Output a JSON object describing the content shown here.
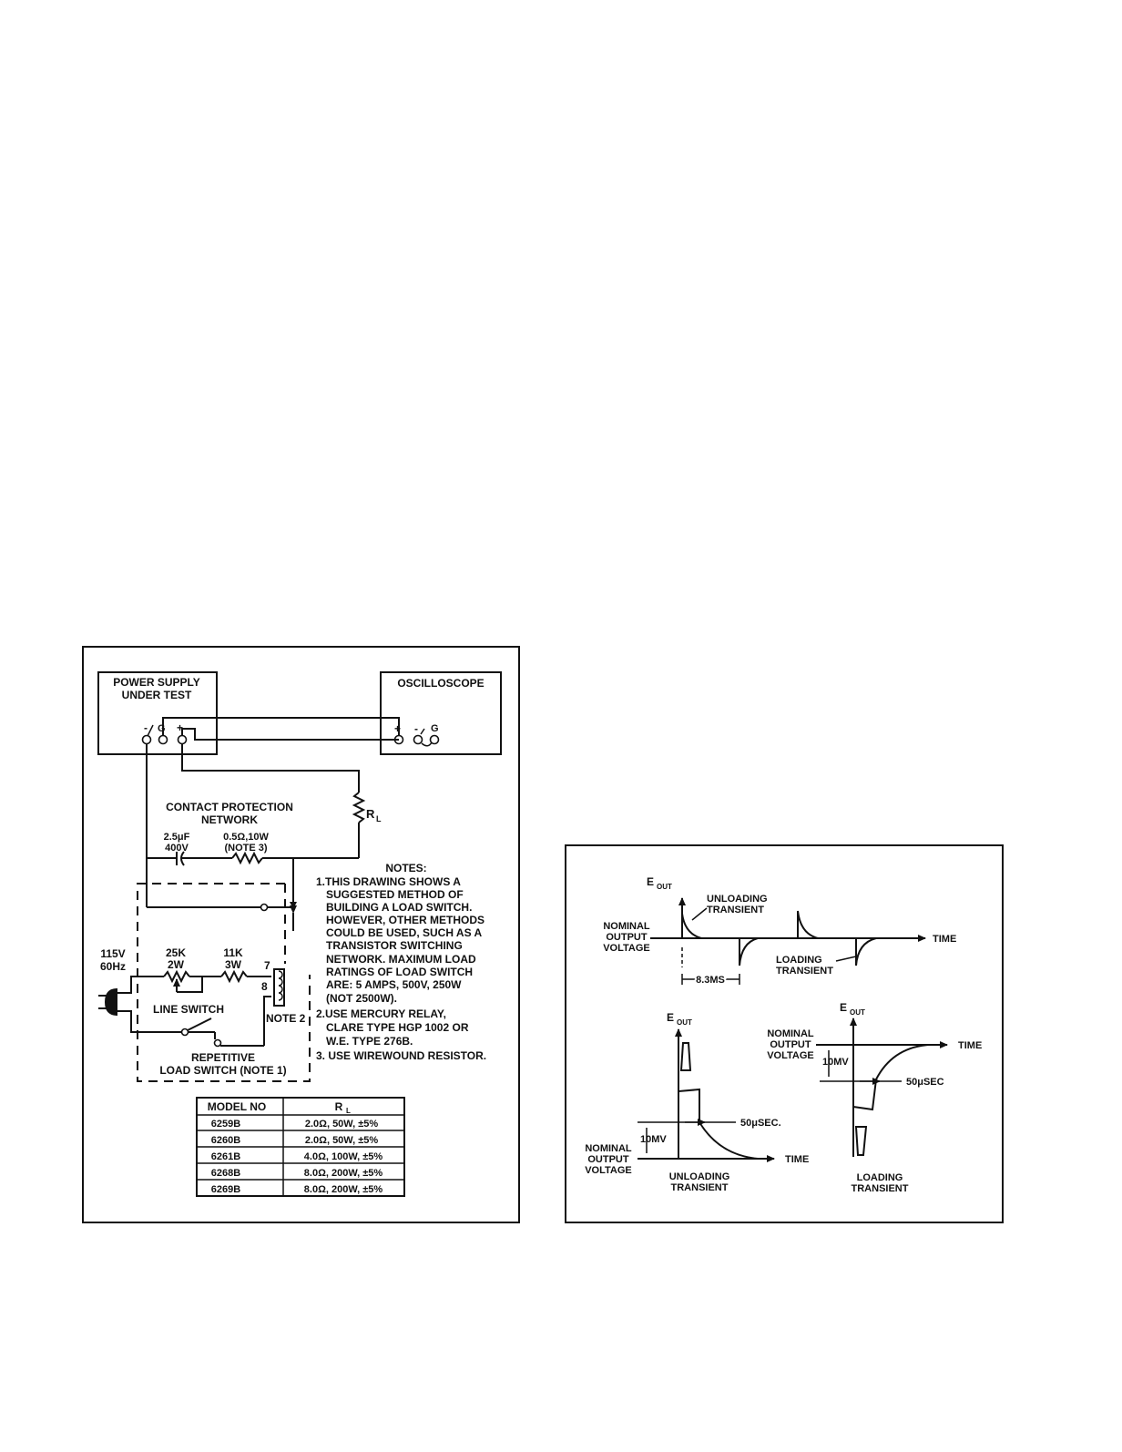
{
  "left_panel": {
    "power_supply_box": {
      "line1": "POWER SUPPLY",
      "line2": "UNDER TEST",
      "term_minus": "-",
      "term_g": "G",
      "term_plus": "+"
    },
    "oscilloscope_box": {
      "title": "OSCILLOSCOPE",
      "term_plus": "+",
      "term_minus": "-",
      "term_g": "G"
    },
    "rl_label": "R",
    "rl_sub": "L",
    "contact_protection": {
      "line1": "CONTACT PROTECTION",
      "line2": "NETWORK"
    },
    "capacitor": {
      "line1": "2.5μF",
      "line2": "400V"
    },
    "resistor": {
      "line1": "0.5Ω,10W",
      "line2": "(NOTE 3)"
    },
    "supply": {
      "line1": "115V",
      "line2": "60Hz"
    },
    "pot": {
      "line1": "25K",
      "line2": "2W"
    },
    "r11k": {
      "line1": "11K",
      "line2": "3W"
    },
    "pin7": "7",
    "pin8": "8",
    "note2_label": "NOTE 2",
    "line_switch": "LINE SWITCH",
    "repetitive": {
      "line1": "REPETITIVE",
      "line2": "LOAD SWITCH (NOTE 1)"
    },
    "notes": {
      "title": "NOTES:",
      "lines": [
        "1.THIS DRAWING SHOWS A",
        "SUGGESTED METHOD OF",
        "BUILDING A LOAD SWITCH.",
        "HOWEVER, OTHER METHODS",
        "COULD BE USED, SUCH AS A",
        "TRANSISTOR SWITCHING",
        "NETWORK. MAXIMUM LOAD",
        "RATINGS OF LOAD SWITCH",
        "ARE: 5 AMPS, 500V, 250W",
        "(NOT 2500W).",
        "2.USE MERCURY RELAY,",
        "CLARE TYPE HGP 1002 OR",
        "W.E. TYPE 276B.",
        "3. USE WIREWOUND RESISTOR."
      ]
    },
    "table": {
      "headers": [
        "MODEL NO",
        "R",
        "L"
      ],
      "rows": [
        [
          "6259B",
          "2.0Ω, 50W, ±5%"
        ],
        [
          "6260B",
          "2.0Ω, 50W, ±5%"
        ],
        [
          "6261B",
          "4.0Ω, 100W, ±5%"
        ],
        [
          "6268B",
          "8.0Ω, 200W, ±5%"
        ],
        [
          "6269B",
          "8.0Ω, 200W, ±5%"
        ]
      ]
    }
  },
  "right_panel": {
    "top": {
      "eout": "E",
      "eout_sub": "OUT",
      "unloading": {
        "line1": "UNLOADING",
        "line2": "TRANSIENT"
      },
      "nominal": {
        "line1": "NOMINAL",
        "line2": "OUTPUT",
        "line3": "VOLTAGE"
      },
      "time": "TIME",
      "loading": {
        "line1": "LOADING",
        "line2": "TRANSIENT"
      },
      "period": "8.3MS"
    },
    "bottom_left": {
      "eout": "E",
      "eout_sub": "OUT",
      "us": "50μSEC.",
      "mv": "10MV",
      "nominal": {
        "line1": "NOMINAL",
        "line2": "OUTPUT",
        "line3": "VOLTAGE"
      },
      "time": "TIME",
      "caption": {
        "line1": "UNLOADING",
        "line2": "TRANSIENT"
      }
    },
    "bottom_right": {
      "eout": "E",
      "eout_sub": "OUT",
      "nominal": {
        "line1": "NOMINAL",
        "line2": "OUTPUT",
        "line3": "VOLTAGE"
      },
      "time": "TIME",
      "mv": "10MV",
      "us": "50μSEC",
      "caption": {
        "line1": "LOADING",
        "line2": "TRANSIENT"
      }
    }
  }
}
